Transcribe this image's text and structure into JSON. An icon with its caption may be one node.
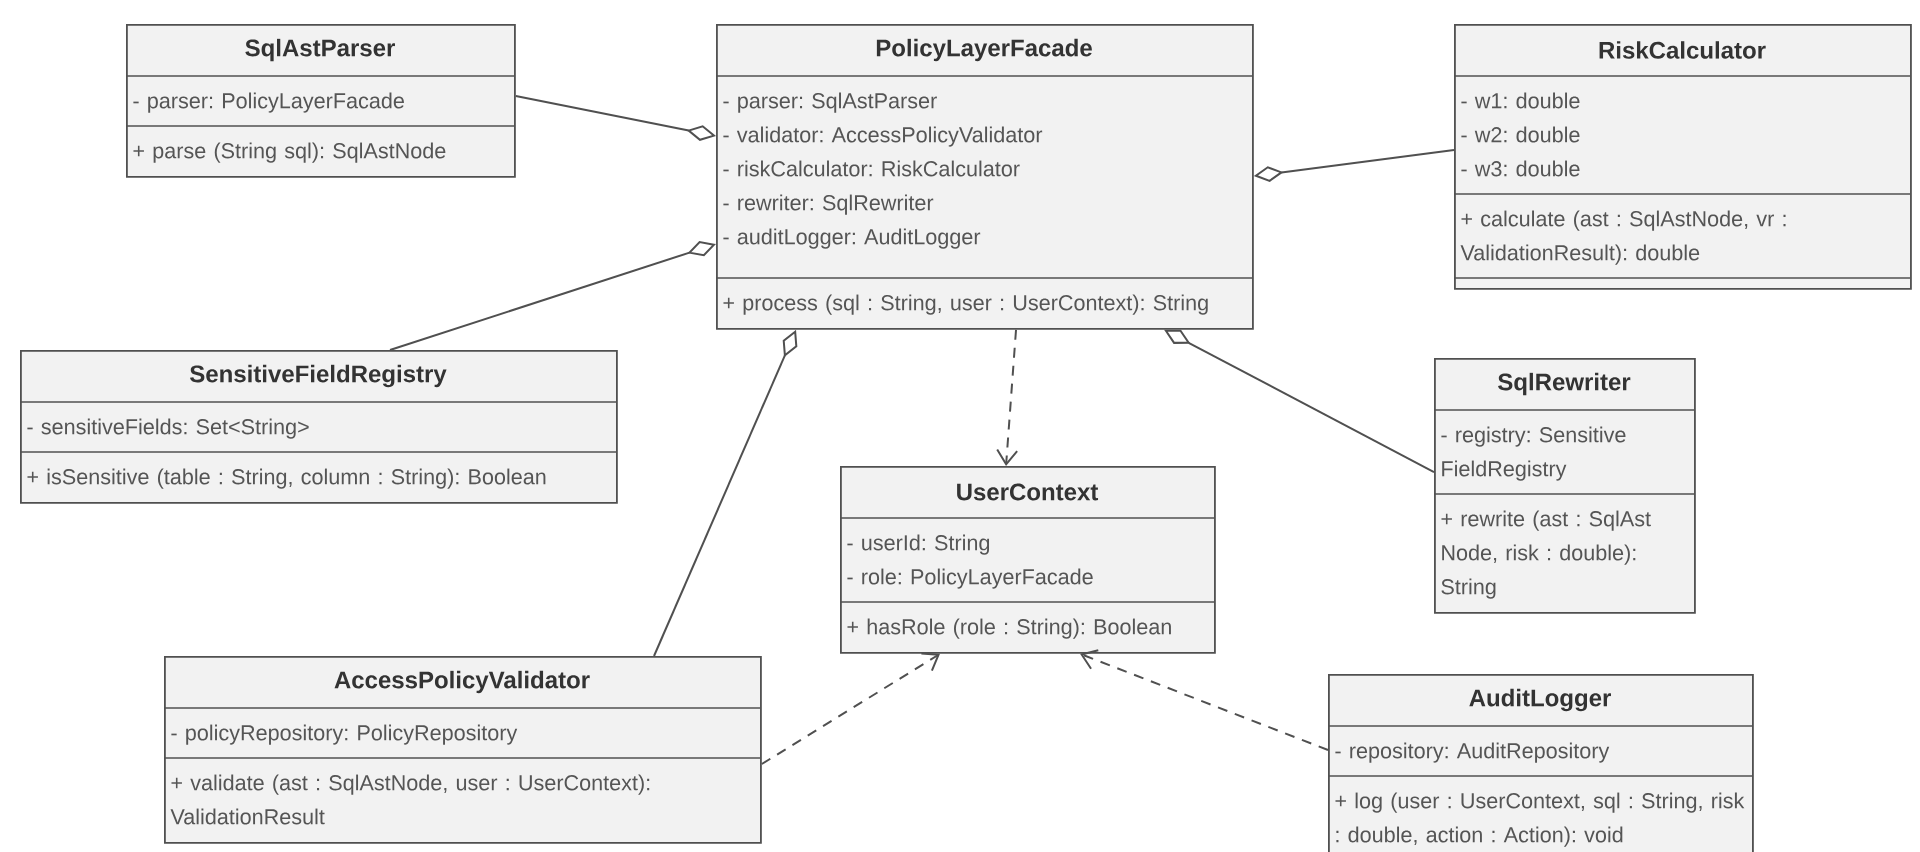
{
  "diagram": {
    "nodes": [
      {
        "text": [
          "SqlAstParser",
          "- parser: PolicyLayerFacade",
          "+ parse (String sql): SqlAstNode"
        ]
      },
      {
        "text": [
          "PolicyLayerFacade",
          "- parser: SqlAstParser",
          "- validator: AccessPolicyValidator",
          "- riskCalculator: RiskCalculator",
          "- rewriter: SqlRewriter",
          "- auditLogger: AuditLogger",
          "+ process (sql : String, user : UserContext): String"
        ]
      },
      {
        "text": [
          "RiskCalculator",
          "- w1: double",
          "- w2: double",
          "- w3: double",
          "+ calculate (ast : SqlAstNode, vr : ValidationResult): double"
        ]
      },
      {
        "text": [
          "SensitiveFieldRegistry",
          "- sensitiveFields: Set<String>",
          "+ isSensitive (table : String, column : String): Boolean"
        ]
      },
      {
        "text": [
          "SqlRewriter",
          "- registry: Sensitive FieldRegistry",
          "+ rewrite (ast : SqlAst Node, risk : double): String"
        ]
      },
      {
        "text": [
          "UserContext",
          "- userId: String",
          "- role: PolicyLayerFacade",
          "+ hasRole (role : String): Boolean"
        ]
      },
      {
        "text": [
          "AccessPolicyValidator",
          "- policyRepository: PolicyRepository",
          "+ validate (ast : SqlAstNode, user : UserContext): ValidationResult"
        ]
      },
      {
        "text": [
          "AuditLogger",
          "- repository: AuditRepository",
          "+ log (user : UserContext, sql : String, risk : double, action : Action): void"
        ]
      }
    ],
    "edges": [
      {
        "from": 1,
        "to": 0,
        "arrow": "other"
      },
      {
        "from": 1,
        "to": 2,
        "arrow": "other"
      },
      {
        "from": 1,
        "to": 3,
        "arrow": "other"
      },
      {
        "from": 1,
        "to": 6,
        "arrow": "other"
      },
      {
        "from": 1,
        "to": 4,
        "arrow": "other"
      },
      {
        "from": 1,
        "to": 5,
        "arrow": "to",
        "style": "dashed"
      },
      {
        "from": 6,
        "to": 5,
        "arrow": "to",
        "style": "dashed"
      },
      {
        "from": 7,
        "to": 5,
        "arrow": "to",
        "style": "dashed"
      }
    ]
  }
}
